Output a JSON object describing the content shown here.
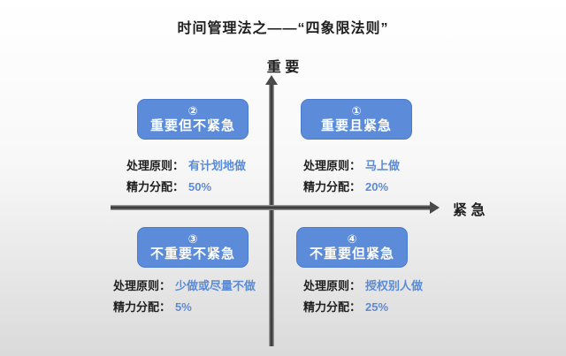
{
  "title": "时间管理法之——“四象限法则”",
  "axes": {
    "vertical_label": "重 要",
    "horizontal_label": "紧 急"
  },
  "labels": {
    "principle": "处理原则：",
    "energy": "精力分配："
  },
  "quadrants": [
    {
      "number": "①",
      "name": "重要且紧急",
      "principle_value": "马上做",
      "energy_value": "20%"
    },
    {
      "number": "②",
      "name": "重要但不紧急",
      "principle_value": "有计划地做",
      "energy_value": "50%"
    },
    {
      "number": "③",
      "name": "不重要不紧急",
      "principle_value": "少做或尽量不做",
      "energy_value": "5%"
    },
    {
      "number": "④",
      "name": "不重要但紧急",
      "principle_value": "授权别人做",
      "energy_value": "25%"
    }
  ],
  "colors": {
    "box_blue": "#5b8bd9",
    "box_border": "#4a7ccb",
    "value_blue": "#5b8bd9",
    "axis_gray": "#4a4a4a",
    "text_dark": "#1f1f1f",
    "bg_top": "#ffffff",
    "bg_bottom": "#dadada"
  }
}
